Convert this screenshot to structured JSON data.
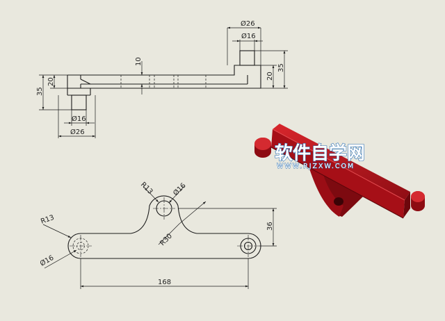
{
  "top_view": {
    "dims": {
      "d26_top": "Ø26",
      "d16_top": "Ø16",
      "v35_right": "35",
      "v20_right": "20",
      "v10_mid": "10",
      "v35_left": "35",
      "v20_left": "20",
      "d16_bottom": "Ø16",
      "d26_bottom": "Ø26"
    }
  },
  "front_view": {
    "dims": {
      "r13_top": "R13",
      "d16_top": "Ø16",
      "r30": "R30",
      "v36": "36",
      "r13_left": "R13",
      "d16_left": "Ø16",
      "h168": "168"
    }
  },
  "watermark": {
    "title": "软件自学网",
    "url": "WWW.RJZXW.COM"
  },
  "colors": {
    "background": "#e9e8de",
    "part_red": "#b5121b",
    "watermark_blue": "#2a6fb3"
  }
}
